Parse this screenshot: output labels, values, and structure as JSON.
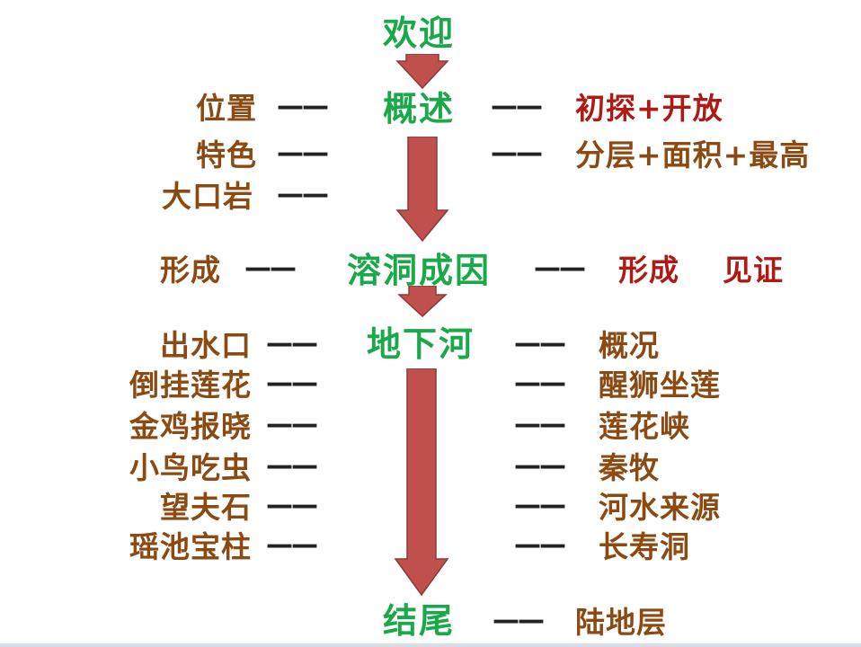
{
  "sections": {
    "welcome": "欢迎",
    "overview": "概述",
    "karst_cause": "溶洞成因",
    "underground_river": "地下河",
    "ending": "结尾"
  },
  "dash": "——",
  "overview_left": [
    "位置",
    "特色",
    "大口岩"
  ],
  "overview_right": {
    "row1": "初探+开放",
    "row2": "分层+面积+最高"
  },
  "karst": {
    "left": "形成",
    "right_a": "形成",
    "right_b": "见证"
  },
  "river_left": [
    "出水口",
    "倒挂莲花",
    "金鸡报晓",
    "小鸟吃虫",
    "望夫石",
    "瑶池宝柱"
  ],
  "river_right": [
    "概况",
    "醒狮坐莲",
    "莲花峡",
    "秦牧",
    "河水来源",
    "长寿洞"
  ],
  "ending_right": "陆地层",
  "colors": {
    "section": "#1aa84a",
    "label": "#8a4a12",
    "highlight": "#b01a14",
    "arrow_fill": "#c0504d",
    "arrow_stroke": "#8c3a36"
  }
}
